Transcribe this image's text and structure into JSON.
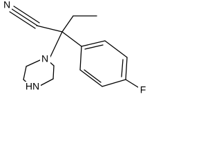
{
  "molecule": {
    "atoms": {
      "nitrile_n": "N",
      "piperazine_n1": "N",
      "piperazine_nh": "HN",
      "fluorine": "F"
    }
  }
}
